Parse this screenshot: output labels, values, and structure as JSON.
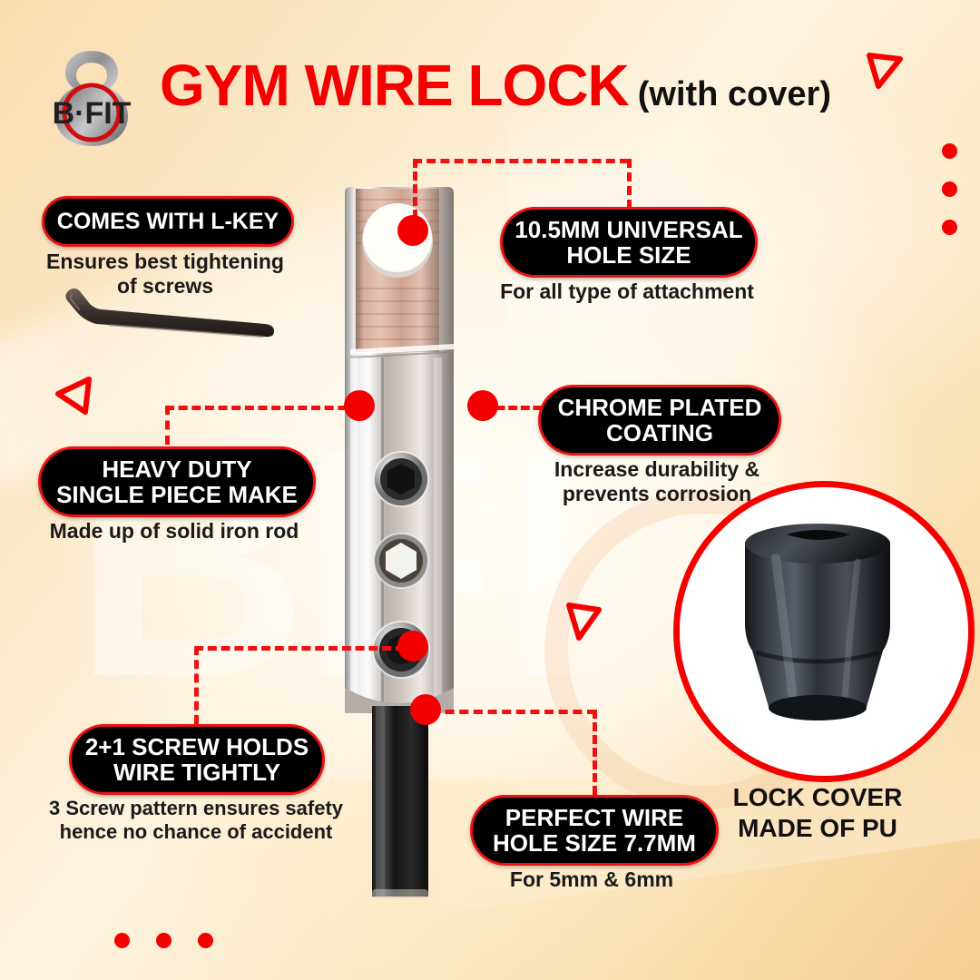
{
  "brand": {
    "logo_text": "B·FIT",
    "logo_icon": "kettlebell-icon"
  },
  "header": {
    "title": "GYM WIRE LOCK",
    "subtitle": "(with cover)"
  },
  "colors": {
    "accent_red": "#f40000",
    "badge_bg": "#000000",
    "badge_border": "#ee1111",
    "bg_peach": "#f9ddb0",
    "bg_cream": "#fffdf6"
  },
  "features": [
    {
      "id": "l-key",
      "title": "COMES WITH L-KEY",
      "caption": "Ensures best tightening\nof screws",
      "caption_line1": "Ensures best tightening",
      "caption_line2": "of screws",
      "icon": "allen-key-icon"
    },
    {
      "id": "hole-size",
      "title_line1": "10.5MM UNIVERSAL",
      "title_line2": "HOLE SIZE",
      "caption_line1": "For all type of attachment",
      "caption_line2": ""
    },
    {
      "id": "chrome",
      "title_line1": "CHROME PLATED",
      "title_line2": "COATING",
      "caption_line1": "Increase durability &",
      "caption_line2": "prevents corrosion"
    },
    {
      "id": "heavy-duty",
      "title_line1": "HEAVY DUTY",
      "title_line2": "SINGLE PIECE MAKE",
      "caption_line1": "Made up of solid iron rod",
      "caption_line2": ""
    },
    {
      "id": "screws",
      "title_line1": "2+1 SCREW HOLDS",
      "title_line2": "WIRE TIGHTLY",
      "caption_line1": "3 Screw pattern ensures safety",
      "caption_line2": "hence no chance of accident"
    },
    {
      "id": "wire-hole",
      "title_line1": "PERFECT WIRE",
      "title_line2": "HOLE SIZE 7.7MM",
      "caption_line1": "For 5mm & 6mm",
      "caption_line2": ""
    }
  ],
  "cover": {
    "label_line1": "LOCK COVER",
    "label_line2": "MADE OF PU",
    "image": "pu-lock-cover-photo"
  },
  "product": {
    "image": "gym-wire-lock-photo"
  },
  "decor": {
    "triangle_count": 3,
    "dot_group_right": 3,
    "dot_group_bottom": 3
  }
}
